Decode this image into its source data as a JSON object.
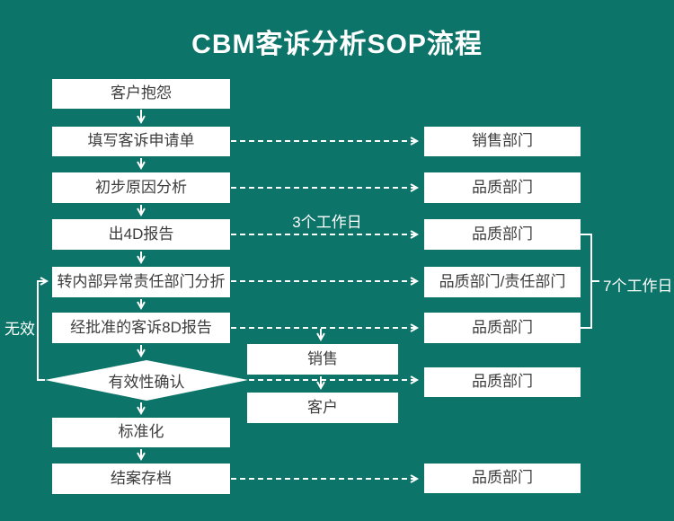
{
  "title": "CBM客诉分析SOP流程",
  "nodes": {
    "left": [
      {
        "label": "客户抱怨"
      },
      {
        "label": "填写客诉申请单"
      },
      {
        "label": "初步原因分析"
      },
      {
        "label": "出4D报告"
      },
      {
        "label": "转内部异常责任部门分折"
      },
      {
        "label": "经批准的客诉8D报告"
      },
      {
        "label": "有效性确认"
      },
      {
        "label": "标准化"
      },
      {
        "label": "结案存档"
      }
    ],
    "middle": [
      {
        "label": "销售"
      },
      {
        "label": "客户"
      }
    ],
    "right": [
      {
        "label": "销售部门"
      },
      {
        "label": "品质部门"
      },
      {
        "label": "品质部门"
      },
      {
        "label": "品质部门/责任部门"
      },
      {
        "label": "品质部门"
      },
      {
        "label": "品质部门"
      },
      {
        "label": "品质部门"
      }
    ]
  },
  "annotations": {
    "three_working_days": "3个工作日",
    "seven_working_days": "7个工作日",
    "invalid": "无效"
  },
  "colors": {
    "background": "#0c7468",
    "node_background": "#ffffff",
    "node_text": "#3d3d3d",
    "connector": "#ffffff"
  }
}
